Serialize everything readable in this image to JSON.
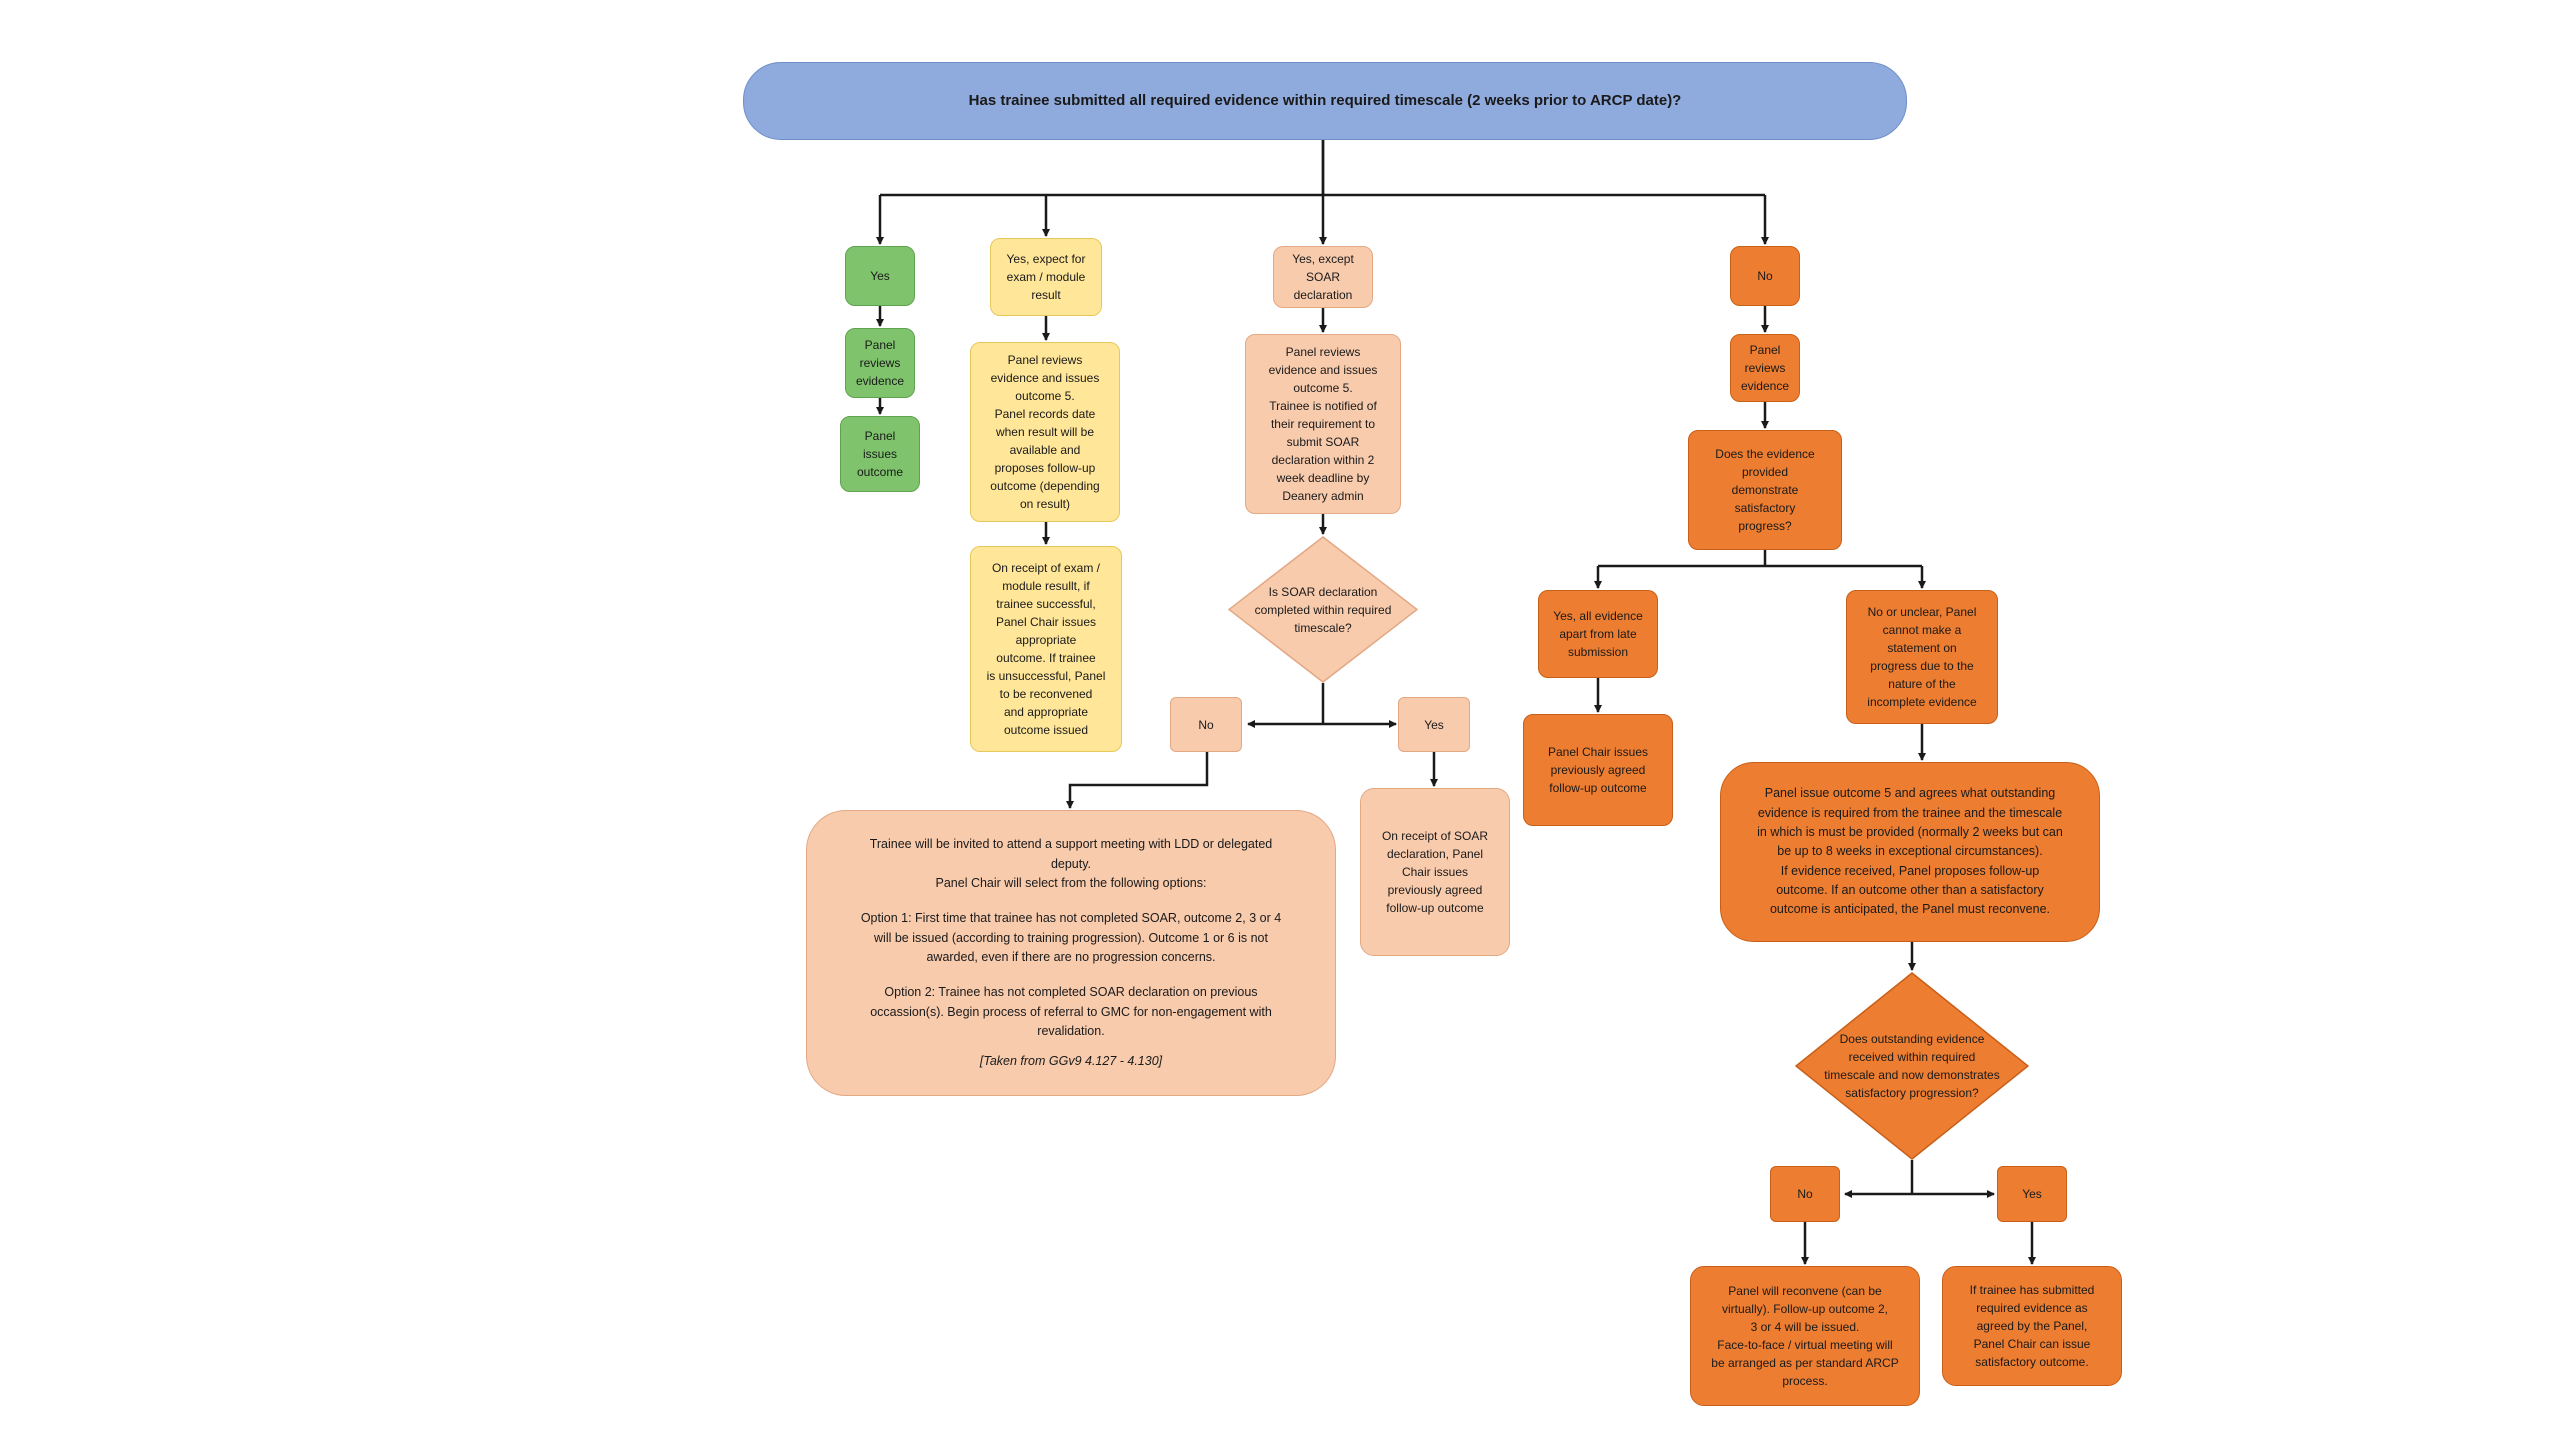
{
  "title": "Has trainee submitted all required evidence within required timescale (2 weeks prior to ARCP date)?",
  "branch_yes": {
    "label": "Yes",
    "step1": "Panel\nreviews\nevidence",
    "step2": "Panel\nissues\noutcome"
  },
  "branch_exam": {
    "label": "Yes, expect for\nexam / module\nresult",
    "step1": "Panel reviews\nevidence and issues\noutcome 5.\nPanel records date\nwhen result will be\navailable and\nproposes follow-up\noutcome (depending\non result)",
    "step2": "On receipt of exam /\nmodule resullt, if\ntrainee successful,\nPanel Chair issues\nappropriate\noutcome.  If trainee\nis unsuccessful, Panel\nto be reconvened\nand appropriate\noutcome issued"
  },
  "branch_soar": {
    "label": "Yes, except\nSOAR\ndeclaration",
    "step1": "Panel reviews\nevidence and issues\noutcome 5.\nTrainee is notified of\ntheir requirement to\nsubmit SOAR\ndeclaration within 2\nweek deadline by\nDeanery admin",
    "decision": "Is SOAR declaration\ncompleted within required\ntimescale?",
    "no_label": "No",
    "yes_label": "Yes",
    "no_result_intro": "Trainee will be invited to attend a support meeting with LDD or delegated\ndeputy.\nPanel Chair will select from the following options:",
    "no_result_option1": "Option 1:  First time that trainee has not completed SOAR, outcome 2, 3 or 4\nwill be issued (according to training progression).  Outcome 1 or 6 is not\nawarded, even if there are no progression concerns.",
    "no_result_option2": "Option 2:  Trainee has not completed SOAR declaration on previous\noccassion(s).  Begin process of referral to GMC for non-engagement with\nrevalidation.",
    "no_result_source": "[Taken from GGv9 4.127 - 4.130]",
    "yes_result": "On receipt of SOAR\ndeclaration, Panel\nChair issues\npreviously agreed\nfollow-up outcome"
  },
  "branch_no": {
    "label": "No",
    "step1": "Panel\nreviews\nevidence",
    "decision1": "Does the evidence\nprovided\ndemonstrate\nsatisfactory\nprogress?",
    "late_label": "Yes, all evidence\napart from late\nsubmission",
    "late_result": "Panel Chair issues\npreviously agreed\nfollow-up outcome",
    "unclear_label": "No or unclear, Panel\ncannot make a\nstatement on\nprogress due to the\nnature of the\nincomplete evidence",
    "outcome5": "Panel issue outcome 5 and agrees what outstanding\nevidence is required from the trainee and the timescale\nin which is must be provided (normally 2 weeks but can\nbe up to 8 weeks in exceptional circumstances).\nIf evidence received, Panel proposes follow-up\noutcome.  If an outcome other than a satisfactory\noutcome is anticipated, the Panel must reconvene.",
    "decision2": "Does outstanding evidence\nreceived within required\ntimescale and now demonstrates\nsatisfactory progression?",
    "no_label": "No",
    "yes_label": "Yes",
    "no_result": "Panel will reconvene (can be\nvirtually).  Follow-up outcome 2,\n3 or 4 will be issued.\nFace-to-face / virtual meeting will\nbe arranged as per standard ARCP\nprocess.",
    "yes_result": "If trainee has submitted\nrequired evidence as\nagreed by the Panel,\nPanel Chair can issue\nsatisfactory outcome."
  },
  "colors": {
    "title": "#8faadc",
    "green": "#7fc46c",
    "yellow": "#ffe699",
    "peach": "#f8cbad",
    "orange": "#ed7d31",
    "line": "#1a1a1a"
  }
}
